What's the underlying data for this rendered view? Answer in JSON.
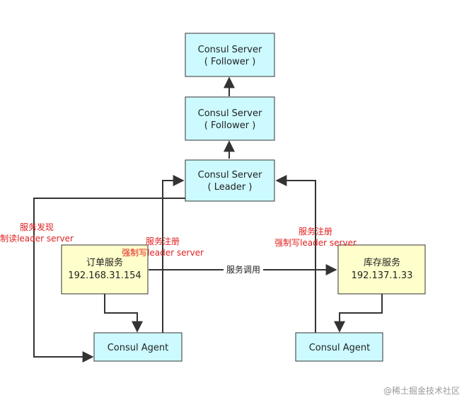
{
  "nodes": {
    "server_top": {
      "line1": "Consul Server",
      "line2": "( Follower )",
      "fill": "#ccfaff"
    },
    "server_mid": {
      "line1": "Consul Server",
      "line2": "( Follower )",
      "fill": "#ccfaff"
    },
    "server_leader": {
      "line1": "Consul Server",
      "line2": "( Leader )",
      "fill": "#ccfaff"
    },
    "order_service": {
      "line1": "订单服务",
      "line2": "192.168.31.154",
      "fill": "#ffffcc"
    },
    "stock_service": {
      "line1": "库存服务",
      "line2": "192.137.1.33",
      "fill": "#ffffcc"
    },
    "agent_left": {
      "label": "Consul Agent",
      "fill": "#ccfaff"
    },
    "agent_right": {
      "label": "Consul Agent",
      "fill": "#ccfaff"
    }
  },
  "edge_labels": {
    "discovery_left": {
      "line1": "服务发现",
      "line2": "制读leader server"
    },
    "register_mid": {
      "line1": "服务注册",
      "line2": "强制写leader server"
    },
    "register_right": {
      "line1": "服务注册",
      "line2": "强制写leader server"
    },
    "service_call": "服务调用"
  },
  "watermark": "@稀土掘金技术社区",
  "colors": {
    "line": "#333333",
    "label_red": "#e02020"
  }
}
